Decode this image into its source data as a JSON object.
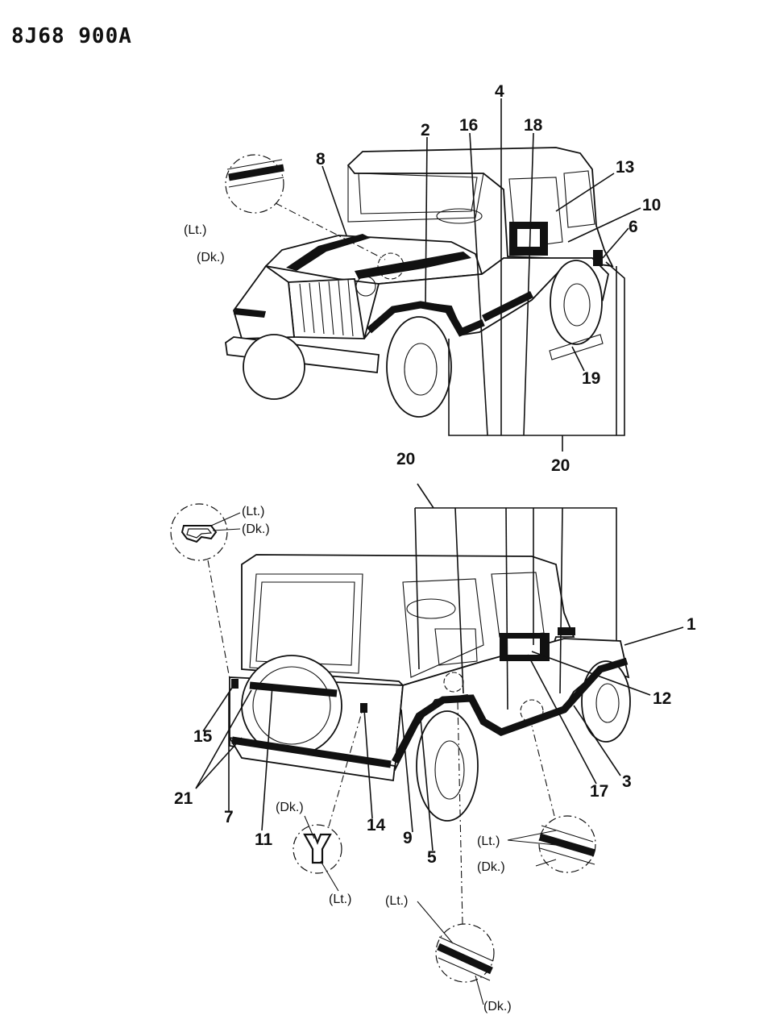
{
  "ref_code": "8J68 900A",
  "callouts": {
    "c1": "1",
    "c2": "2",
    "c3": "3",
    "c4": "4",
    "c5": "5",
    "c6": "6",
    "c7": "7",
    "c8": "8",
    "c9": "9",
    "c10": "10",
    "c11": "11",
    "c12": "12",
    "c13": "13",
    "c14": "14",
    "c15": "15",
    "c16": "16",
    "c17": "17",
    "c18": "18",
    "c19": "19",
    "c20": "20",
    "c21": "21"
  },
  "detail_labels": {
    "lt": "(Lt.)",
    "dk": "(Dk.)"
  }
}
